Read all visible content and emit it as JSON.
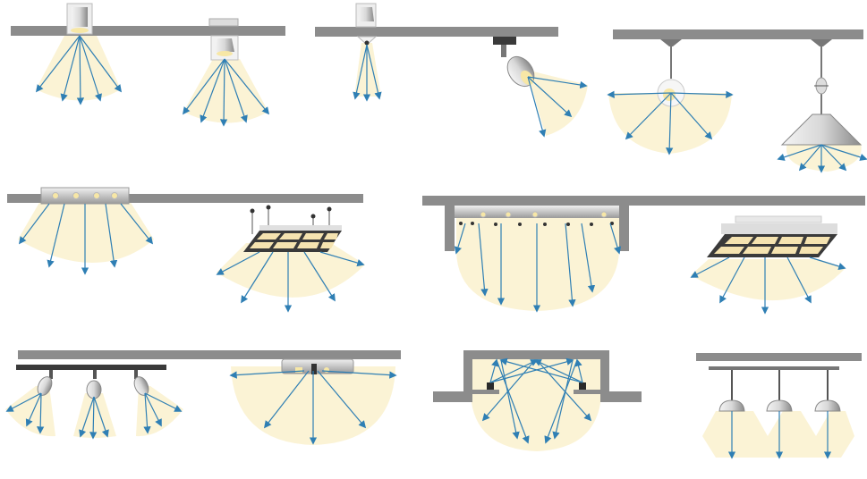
{
  "colors": {
    "ceiling": "#8c8c8c",
    "light_beam": "#fbf3d5",
    "arrow": "#2f7fb4",
    "metal_light": "#e6e6e6",
    "metal_dark": "#707070",
    "grid_dark": "#3a3a3a",
    "grid_cell": "#f5e3b0"
  },
  "fixtures": [
    {
      "id": "recessed-downlight",
      "icon": "recessed-downlight-icon"
    },
    {
      "id": "surface-cylinder-downlight",
      "icon": "cylinder-downlight-icon"
    },
    {
      "id": "narrow-beam-spot",
      "icon": "narrow-spot-icon"
    },
    {
      "id": "track-spotlight",
      "icon": "track-spotlight-icon"
    },
    {
      "id": "pendant-globe",
      "icon": "pendant-globe-icon"
    },
    {
      "id": "pendant-cone-reflector",
      "icon": "pendant-cone-icon"
    },
    {
      "id": "surface-linear-strip",
      "icon": "linear-strip-icon"
    },
    {
      "id": "suspended-grid-panel",
      "icon": "grid-panel-icon"
    },
    {
      "id": "recessed-cove-strip",
      "icon": "cove-strip-icon"
    },
    {
      "id": "surface-grid-panel",
      "icon": "grid-panel-icon"
    },
    {
      "id": "multi-spot-track",
      "icon": "multi-spot-track-icon"
    },
    {
      "id": "ceiling-surface-linear",
      "icon": "surface-linear-icon"
    },
    {
      "id": "indirect-cove-uplight",
      "icon": "indirect-cove-icon"
    },
    {
      "id": "triple-pendant-bar",
      "icon": "triple-pendant-icon"
    }
  ]
}
